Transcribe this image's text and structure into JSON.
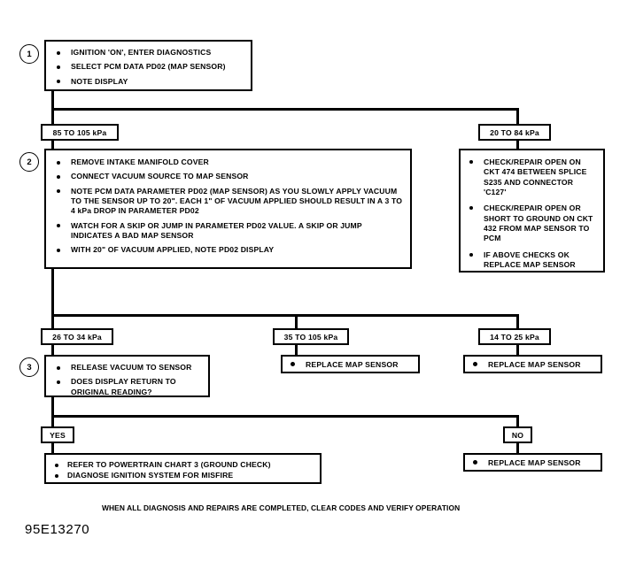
{
  "document": {
    "id": "95E13270",
    "footer_note": "WHEN ALL DIAGNOSIS AND REPAIRS ARE COMPLETED, CLEAR CODES AND VERIFY OPERATION"
  },
  "steps": {
    "one": {
      "number": "1",
      "bullets": [
        "IGNITION 'ON', ENTER DIAGNOSTICS",
        "SELECT PCM DATA PD02 (MAP SENSOR)",
        "NOTE DISPLAY"
      ]
    },
    "two": {
      "number": "2",
      "bullets": [
        "REMOVE INTAKE MANIFOLD COVER",
        "CONNECT VACUUM SOURCE TO MAP SENSOR",
        "NOTE PCM DATA PARAMETER PD02 (MAP SENSOR) AS YOU SLOWLY APPLY VACUUM TO THE SENSOR UP TO 20\". EACH 1\" OF VACUUM APPLIED SHOULD RESULT IN A 3 TO 4 kPa DROP IN PARAMETER PD02",
        "WATCH FOR A SKIP OR JUMP IN PARAMETER PD02 VALUE.  A SKIP OR JUMP INDICATES A BAD MAP SENSOR",
        "WITH 20\" OF VACUUM APPLIED, NOTE PD02 DISPLAY"
      ]
    },
    "three": {
      "number": "3",
      "bullets": [
        "RELEASE VACUUM TO SENSOR",
        "DOES DISPLAY RETURN TO ORIGINAL READING?"
      ]
    }
  },
  "branches": {
    "level1_left": "85 TO 105 kPa",
    "level1_right": "20 TO 84 kPa",
    "level2_left": "26 TO 34 kPa",
    "level2_middle": "35 TO 105 kPa",
    "level2_right": "14 TO 25 kPa",
    "level3_yes": "YES",
    "level3_no": "NO"
  },
  "actions": {
    "open_circuit_checks": [
      "CHECK/REPAIR OPEN ON CKT 474 BETWEEN SPLICE S235 AND CONNECTOR 'C127'",
      "CHECK/REPAIR OPEN OR SHORT TO GROUND ON CKT 432 FROM MAP SENSOR TO PCM",
      "IF ABOVE CHECKS OK REPLACE MAP SENSOR"
    ],
    "replace_map_sensor_middle": "REPLACE MAP SENSOR",
    "replace_map_sensor_right": "REPLACE MAP SENSOR",
    "replace_map_sensor_no": "REPLACE MAP SENSOR",
    "yes_outcome": [
      "REFER TO POWERTRAIN CHART 3 (GROUND CHECK)",
      "DIAGNOSE IGNITION SYSTEM FOR MISFIRE"
    ]
  }
}
